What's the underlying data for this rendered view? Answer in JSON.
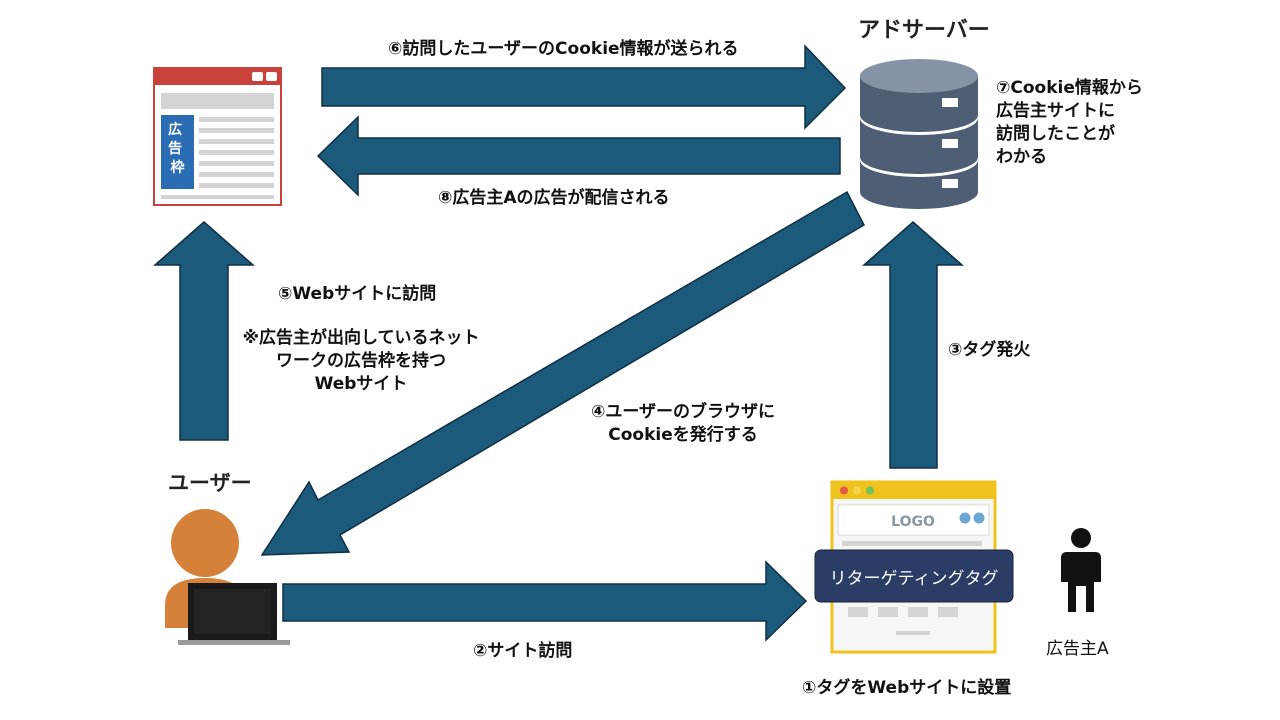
{
  "nodes": {
    "ad_server": "アドサーバー",
    "user": "ユーザー",
    "advertiser": "広告主A",
    "ad_frame": "広告枠",
    "site_logo": "LOGO",
    "retargeting_tag": "リターゲティングタグ"
  },
  "steps": {
    "s1": "①タグをWebサイトに設置",
    "s2": "②サイト訪問",
    "s3": "③タグ発火",
    "s4": [
      "④ユーザーのブラウザに",
      "Cookieを発行する"
    ],
    "s5": "⑤Webサイトに訪問",
    "s5_note": [
      "※広告主が出向しているネット",
      "ワークの広告枠を持つ",
      "Webサイト"
    ],
    "s6": "⑥訪問したユーザーのCookie情報が送られる",
    "s7": [
      "⑦Cookie情報から",
      "広告主サイトに",
      "訪問したことが",
      "わかる"
    ],
    "s8": "⑧広告主Aの広告が配信される"
  },
  "colors": {
    "arrow": "#1b5a7a",
    "arrow_stroke": "#0f2f45",
    "server": "#4e5e75",
    "user_orange": "#d6813a",
    "browser_red": "#c8413a",
    "ad_blue": "#2a6db5",
    "site_frame": "#f0c21e",
    "tag_navy": "#2b3d66"
  }
}
